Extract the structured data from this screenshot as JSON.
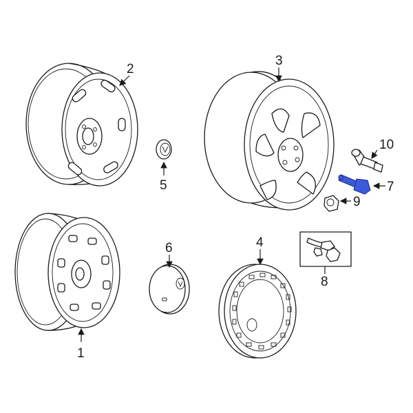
{
  "diagram": {
    "callouts": [
      {
        "id": "1",
        "label": "1"
      },
      {
        "id": "2",
        "label": "2"
      },
      {
        "id": "3",
        "label": "3"
      },
      {
        "id": "4",
        "label": "4"
      },
      {
        "id": "5",
        "label": "5"
      },
      {
        "id": "6",
        "label": "6"
      },
      {
        "id": "7",
        "label": "7"
      },
      {
        "id": "8",
        "label": "8"
      },
      {
        "id": "9",
        "label": "9"
      },
      {
        "id": "10",
        "label": "10"
      }
    ],
    "highlighted_part": "7",
    "colors": {
      "line": "#1a1a1a",
      "highlight": "#3d5bd8",
      "background": "#ffffff"
    }
  }
}
